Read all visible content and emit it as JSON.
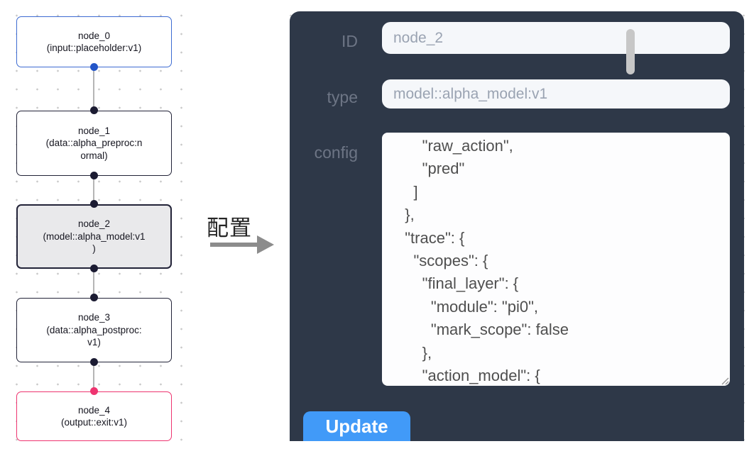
{
  "canvas": {
    "nodes": [
      {
        "title": "node_0",
        "subtitle": "(input::placeholder:v1)",
        "variant": "input"
      },
      {
        "title": "node_1",
        "subtitle": "(data::alpha_preproc:n\normal)",
        "variant": "default"
      },
      {
        "title": "node_2",
        "subtitle": "(model::alpha_model:v1\n)",
        "variant": "selected"
      },
      {
        "title": "node_3",
        "subtitle": "(data::alpha_postproc:\nv1)",
        "variant": "default"
      },
      {
        "title": "node_4",
        "subtitle": "(output::exit:v1)",
        "variant": "output"
      }
    ]
  },
  "transition": {
    "label": "配置"
  },
  "panel": {
    "fields": [
      {
        "label": "ID",
        "value": "node_2"
      },
      {
        "label": "type",
        "value": "model::alpha_model:v1"
      }
    ],
    "config": {
      "label": "config",
      "text": "      \"raw_action\",\n      \"pred\"\n    ]\n  },\n  \"trace\": {\n    \"scopes\": {\n      \"final_layer\": {\n        \"module\": \"pi0\",\n        \"mark_scope\": false\n      },\n      \"action_model\": {"
    },
    "update_label": "Update"
  },
  "colors": {
    "input_node_border": "#3d6bd2",
    "output_node_border": "#ee3470",
    "default_node_border": "#222338",
    "selected_node_bg": "#e9e9eb",
    "panel_bg": "#2e3848",
    "field_bg": "#f5f7fa",
    "field_text": "#9aa3b2",
    "label_text": "#6d7585",
    "update_button_bg": "#419af8",
    "edge": "#b6b6b6"
  }
}
